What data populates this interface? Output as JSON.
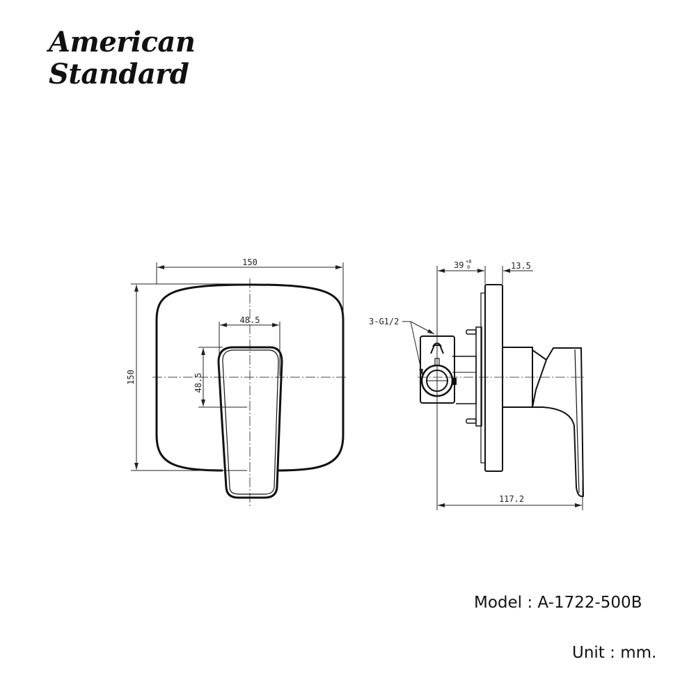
{
  "brand": {
    "line1": "American",
    "line2": "Standard"
  },
  "front_view": {
    "width_label": "150",
    "height_label": "150",
    "handle_width_label": "48.5",
    "handle_height_label": "48.5"
  },
  "side_view": {
    "depth_label": "39",
    "depth_tolerance_upper": "+8",
    "depth_tolerance_lower": "0",
    "plate_label": "13.5",
    "total_label": "117.2",
    "connection_label": "3-G1/2"
  },
  "footer": {
    "model": "Model : A-1722-500B",
    "unit": "Unit : mm."
  }
}
